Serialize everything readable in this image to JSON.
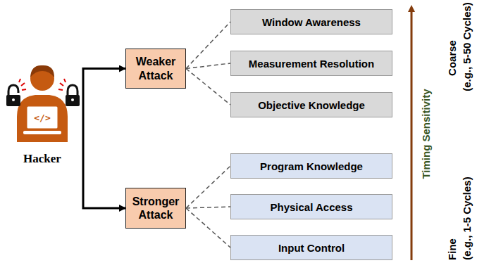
{
  "diagram": {
    "nodes": [
      {
        "text": [
          "Hacker"
        ]
      },
      {
        "text": [
          "Weaker Attack"
        ]
      },
      {
        "text": [
          "Window Awareness"
        ]
      },
      {
        "text": [
          "Measurement Resolution"
        ]
      },
      {
        "text": [
          "Objective Knowledge"
        ]
      },
      {
        "text": [
          "Stronger Attack"
        ]
      },
      {
        "text": [
          "Program Knowledge"
        ]
      },
      {
        "text": [
          "Physical Access"
        ]
      },
      {
        "text": [
          "Input Control"
        ]
      }
    ],
    "edges": [
      {
        "from": 0,
        "to": 1,
        "arrow": "to"
      },
      {
        "from": 0,
        "to": 5,
        "arrow": "to"
      },
      {
        "from": 1,
        "to": 2,
        "arrow": "none"
      },
      {
        "from": 1,
        "to": 3,
        "arrow": "none"
      },
      {
        "from": 1,
        "to": 4,
        "arrow": "none"
      },
      {
        "from": 5,
        "to": 6,
        "arrow": "none"
      },
      {
        "from": 5,
        "to": 7,
        "arrow": "none"
      },
      {
        "from": 5,
        "to": 8,
        "arrow": "none"
      }
    ],
    "labels": [
      "</>",
      "Timing Sensitivity",
      "Coarse",
      "(e.g., 5-50 Cycles)",
      "Fine",
      "(e.g., 1-5 Cycles)"
    ]
  }
}
